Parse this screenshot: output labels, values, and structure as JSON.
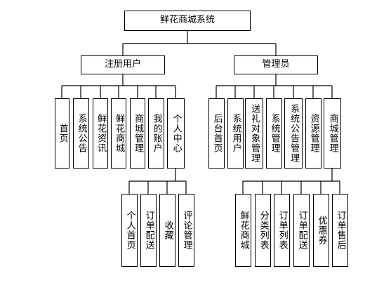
{
  "diagram": {
    "root": "鲜花商城系统",
    "registered_user": {
      "label": "注册用户",
      "children": [
        "首页",
        "系统公告",
        "鲜花资讯",
        "鲜花商城",
        "商城管理",
        "我的账户",
        "个人中心"
      ],
      "personal_center": {
        "children": [
          "个人首页",
          "订单配送",
          "收藏",
          "评论管理"
        ]
      }
    },
    "admin": {
      "label": "管理员",
      "children": [
        "后台首页",
        "系统用户",
        "送礼对象管理",
        "系统管理",
        "系统公告管理",
        "资源管理",
        "商城管理"
      ],
      "mall_management": {
        "children": [
          "鲜花商城",
          "分类列表",
          "订单列表",
          "订单配送",
          "优惠券",
          "订单售后"
        ]
      }
    }
  }
}
